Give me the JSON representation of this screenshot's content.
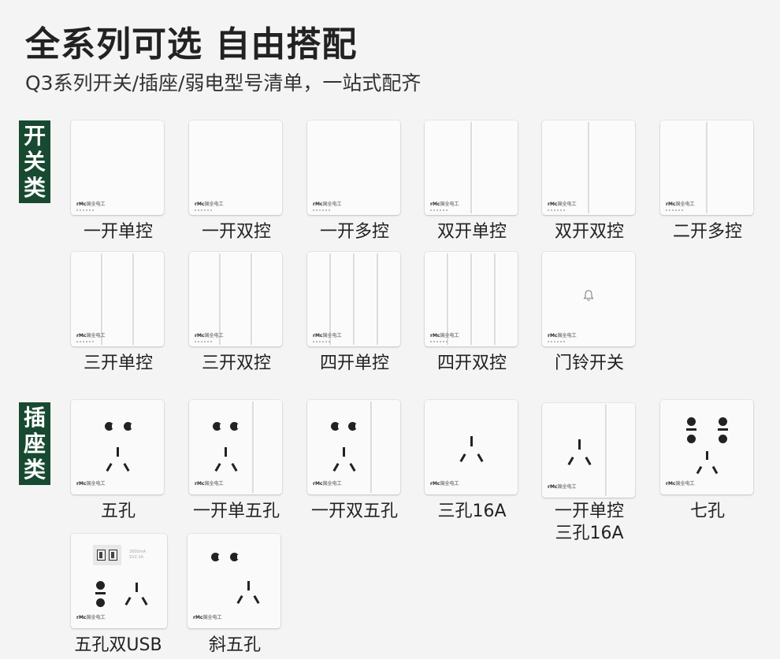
{
  "header": {
    "title": "全系列可选  自由搭配",
    "subtitle": "Q3系列开关/插座/弱电型号清单，一站式配齐"
  },
  "categories": {
    "switch": [
      "开",
      "关",
      "类"
    ],
    "socket": [
      "插",
      "座",
      "类"
    ]
  },
  "brand": {
    "logo": "rMc",
    "text": "国全电工"
  },
  "switches": [
    {
      "label": "一开单控"
    },
    {
      "label": "一开双控"
    },
    {
      "label": "一开多控"
    },
    {
      "label": "双开单控"
    },
    {
      "label": "双开双控"
    },
    {
      "label": "二开多控"
    },
    {
      "label": "三开单控"
    },
    {
      "label": "三开双控"
    },
    {
      "label": "四开单控"
    },
    {
      "label": "四开双控"
    },
    {
      "label": "门铃开关"
    }
  ],
  "sockets": [
    {
      "label": "五孔"
    },
    {
      "label": "一开单五孔"
    },
    {
      "label": "一开双五孔"
    },
    {
      "label": "三孔16A"
    },
    {
      "label": "一开单控\n三孔16A"
    },
    {
      "label": "七孔"
    },
    {
      "label": "五孔双USB"
    },
    {
      "label": "斜五孔"
    }
  ],
  "usb_spec": [
    "2600mA",
    "5V2.1A"
  ],
  "colors": {
    "category_bg": "#174a30",
    "background": "#f4f4f4",
    "panel": "#fbfbfb"
  }
}
